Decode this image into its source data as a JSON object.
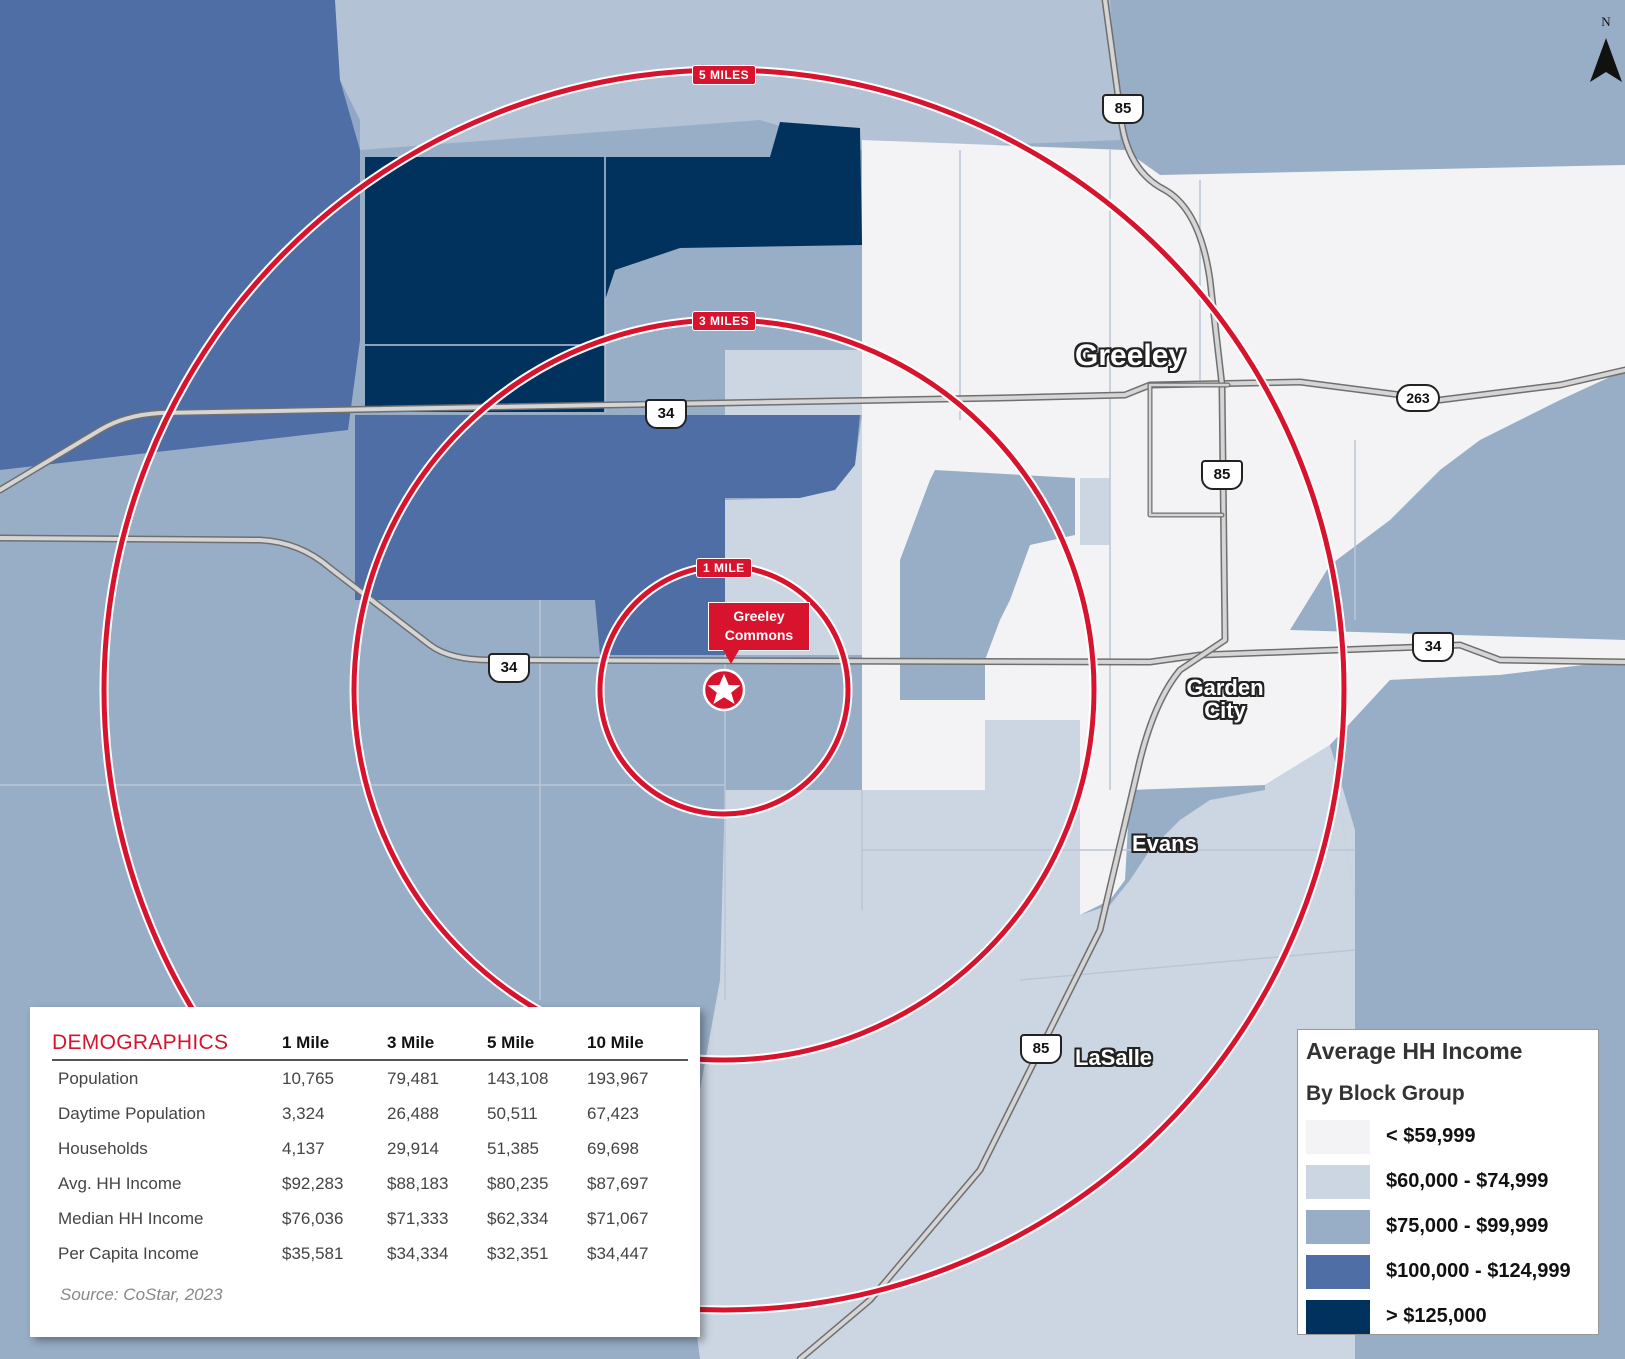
{
  "colors": {
    "bin_lt60k": "#f3f3f5",
    "bin_60_75k": "#cbd6e2",
    "bin_75_100k": "#98aec6",
    "bin_100_125k": "#4f6ea6",
    "bin_gt125k": "#01325e",
    "ring": "#d7132e",
    "road": "#8f8f8f"
  },
  "map": {
    "cities": [
      {
        "id": "greeley",
        "label": "Greeley"
      },
      {
        "id": "garden-city",
        "label": "Garden City"
      },
      {
        "id": "evans",
        "label": "Evans"
      },
      {
        "id": "lasalle",
        "label": "LaSalle"
      }
    ],
    "shields": [
      {
        "id": "us85-north",
        "label": "85"
      },
      {
        "id": "us34-west-1",
        "label": "34"
      },
      {
        "id": "us85-mid",
        "label": "85"
      },
      {
        "id": "sh263",
        "label": "263"
      },
      {
        "id": "us34-west-2",
        "label": "34"
      },
      {
        "id": "us34-east",
        "label": "34"
      },
      {
        "id": "us85-south",
        "label": "85"
      }
    ],
    "rings": [
      {
        "id": "ring-1",
        "label": "1 MILE"
      },
      {
        "id": "ring-3",
        "label": "3 MILES"
      },
      {
        "id": "ring-5",
        "label": "5 MILES"
      }
    ],
    "site": {
      "label_line1": "Greeley",
      "label_line2": "Commons"
    },
    "north_label": "N"
  },
  "demographics": {
    "title": "DEMOGRAPHICS",
    "columns": [
      "1 Mile",
      "3 Mile",
      "5 Mile",
      "10 Mile"
    ],
    "rows": [
      {
        "label": "Population",
        "values": [
          "10,765",
          "79,481",
          "143,108",
          "193,967"
        ]
      },
      {
        "label": "Daytime Population",
        "values": [
          "3,324",
          "26,488",
          "50,511",
          "67,423"
        ]
      },
      {
        "label": "Households",
        "values": [
          "4,137",
          "29,914",
          "51,385",
          "69,698"
        ]
      },
      {
        "label": "Avg. HH Income",
        "values": [
          "$92,283",
          "$88,183",
          "$80,235",
          "$87,697"
        ]
      },
      {
        "label": "Median HH Income",
        "values": [
          "$76,036",
          "$71,333",
          "$62,334",
          "$71,067"
        ]
      },
      {
        "label": "Per Capita Income",
        "values": [
          "$35,581",
          "$34,334",
          "$32,351",
          "$34,447"
        ]
      }
    ],
    "source": "Source: CoStar, 2023"
  },
  "legend": {
    "title": "Average HH Income",
    "subtitle": "By Block Group",
    "items": [
      {
        "label": "< $59,999",
        "color": "#f3f3f5"
      },
      {
        "label": "$60,000 - $74,999",
        "color": "#cbd6e2"
      },
      {
        "label": "$75,000 - $99,999",
        "color": "#98aec6"
      },
      {
        "label": "$100,000 - $124,999",
        "color": "#4f6ea6"
      },
      {
        "label": "> $125,000",
        "color": "#01325e"
      }
    ]
  }
}
